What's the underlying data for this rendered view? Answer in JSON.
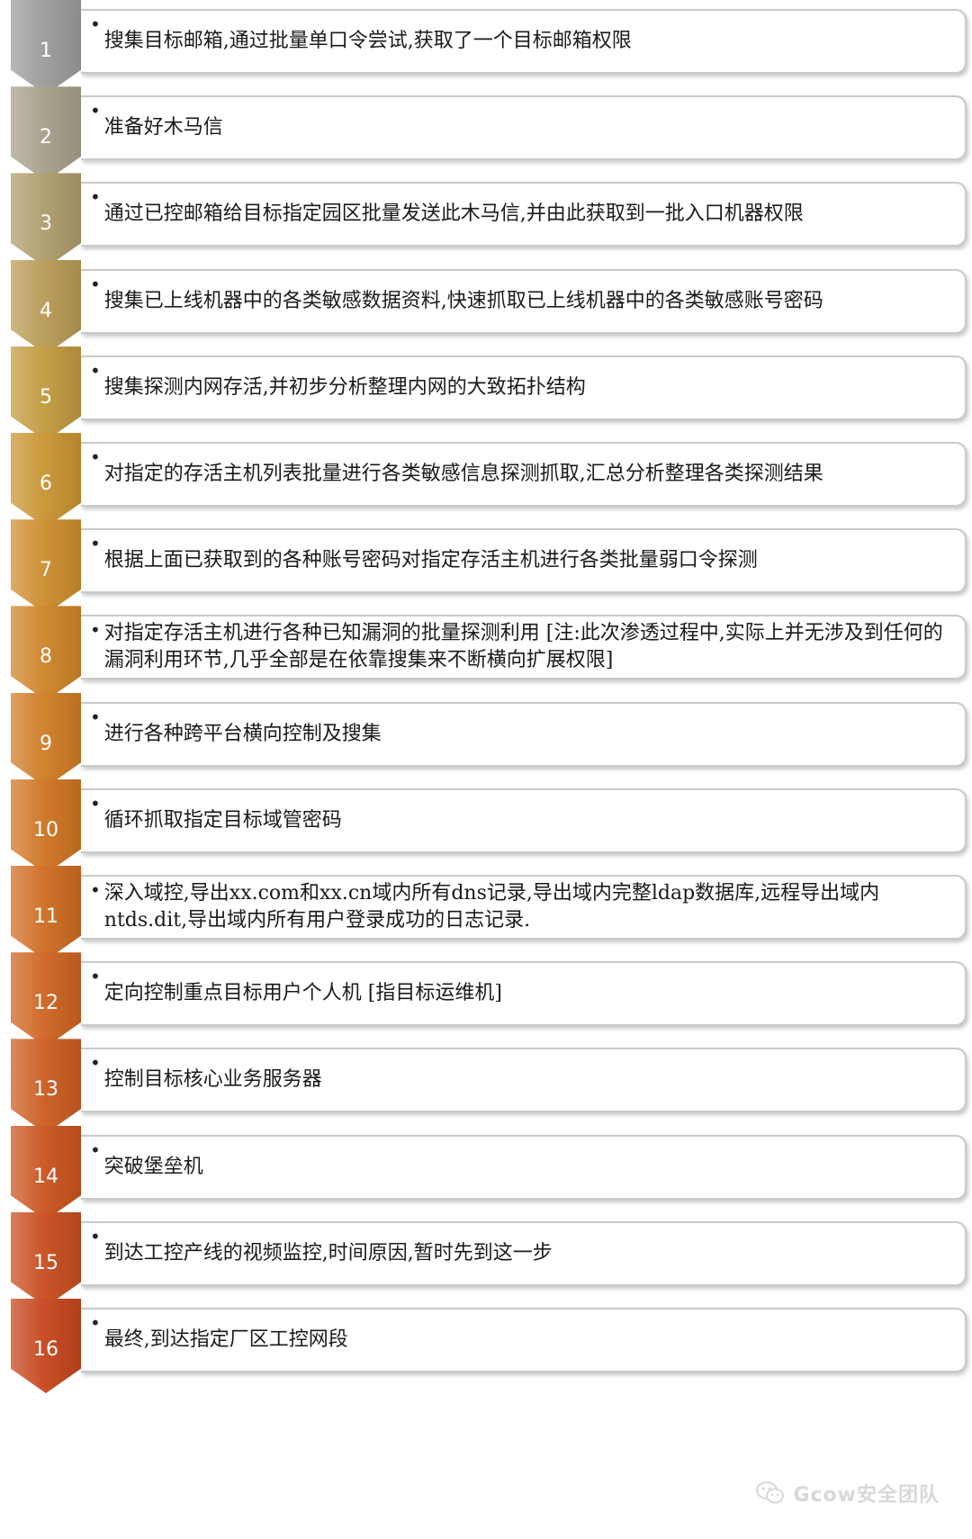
{
  "steps": [
    {
      "number": "1",
      "color": "#9b9b9b",
      "text": "搜集目标邮箱,通过批量单口令尝试,获取了一个目标邮箱权限"
    },
    {
      "number": "2",
      "color": "#a69f8a",
      "text": "准备好木马信"
    },
    {
      "number": "3",
      "color": "#ae9c6b",
      "text": "通过已控邮箱给目标指定园区批量发送此木马信,并由此获取到一批入口机器权限"
    },
    {
      "number": "4",
      "color": "#b89a55",
      "text": "搜集已上线机器中的各类敏感数据资料,快速抓取已上线机器中的各类敏感账号密码"
    },
    {
      "number": "5",
      "color": "#c29a3e",
      "text": "搜集探测内网存活,并初步分析整理内网的大致拓扑结构"
    },
    {
      "number": "6",
      "color": "#c99432",
      "text": "对指定的存活主机列表批量进行各类敏感信息探测抓取,汇总分析整理各类探测结果"
    },
    {
      "number": "7",
      "color": "#cd8c2c",
      "text": "根据上面已获取到的各种账号密码对指定存活主机进行各类批量弱口令探测"
    },
    {
      "number": "8",
      "color": "#ce8428",
      "text": "对指定存活主机进行各种已知漏洞的批量探测利用 [注:此次渗透过程中,实际上并无涉及到任何的漏洞利用环节,几乎全部是在依靠搜集来不断横向扩展权限]"
    },
    {
      "number": "9",
      "color": "#cf7c25",
      "text": "进行各种跨平台横向控制及搜集"
    },
    {
      "number": "10",
      "color": "#cf7423",
      "text": "循环抓取指定目标域管密码"
    },
    {
      "number": "11",
      "color": "#cf6c22",
      "text": "深入域控,导出xx.com和xx.cn域内所有dns记录,导出域内完整ldap数据库,远程导出域内ntds.dit,导出域内所有用户登录成功的日志记录."
    },
    {
      "number": "12",
      "color": "#ce6421",
      "text": "定向控制重点目标用户个人机 [指目标运维机]"
    },
    {
      "number": "13",
      "color": "#cc5c20",
      "text": "控制目标核心业务服务器"
    },
    {
      "number": "14",
      "color": "#ca541f",
      "text": "突破堡垒机"
    },
    {
      "number": "15",
      "color": "#c84d1e",
      "text": "到达工控产线的视频监控,时间原因,暂时先到这一步"
    },
    {
      "number": "16",
      "color": "#c6461d",
      "text": "最终,到达指定厂区工控网段"
    }
  ],
  "watermark": {
    "text": "Gcow安全团队",
    "icon": "wechat-icon"
  }
}
